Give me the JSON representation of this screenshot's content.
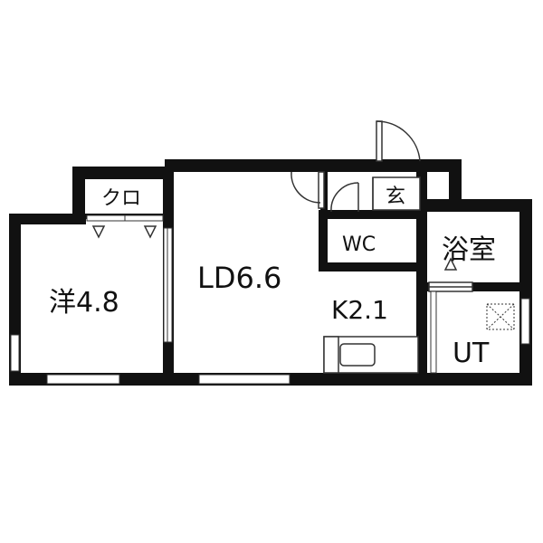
{
  "rooms": {
    "western": "洋4.8",
    "living_dining": "LD6.6",
    "kitchen": "K2.1",
    "closet": "クロ",
    "entrance": "玄",
    "toilet": "WC",
    "bath": "浴室",
    "utility": "UT"
  },
  "colors": {
    "wall": "#111111",
    "background": "#ffffff",
    "line": "#333333"
  }
}
